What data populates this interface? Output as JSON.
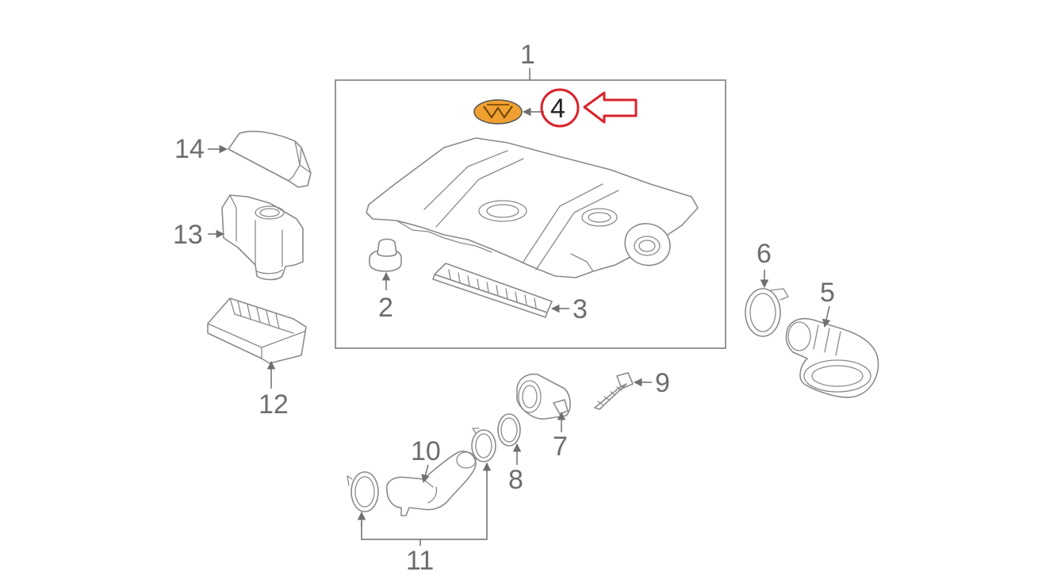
{
  "callouts": {
    "c1": "1",
    "c2": "2",
    "c3": "3",
    "c4": "4",
    "c5": "5",
    "c6": "6",
    "c7": "7",
    "c8": "8",
    "c9": "9",
    "c10": "10",
    "c11": "11",
    "c12": "12",
    "c13": "13",
    "c14": "14"
  },
  "colors": {
    "highlight_ring": "#d9232b",
    "emblem_fill": "#f0a030",
    "line": "#8a8a8a",
    "text": "#6d6d6d"
  },
  "icons": {
    "pointer": "hollow-arrow-left-icon"
  }
}
